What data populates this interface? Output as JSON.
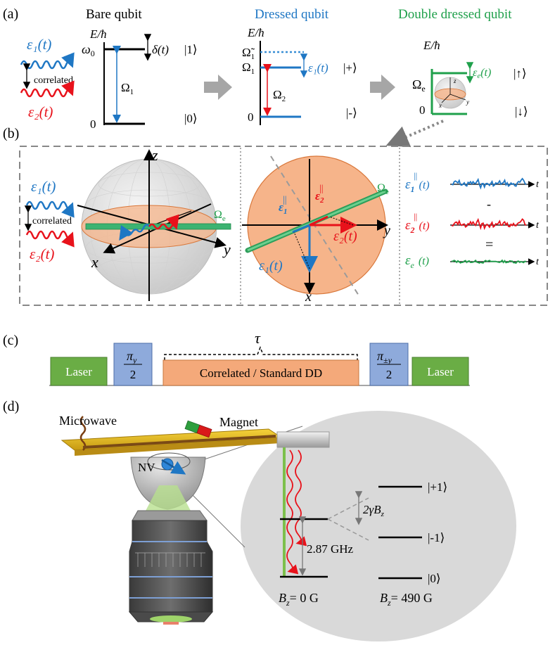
{
  "panels": {
    "a": "(a)",
    "b": "(b)",
    "c": "(c)",
    "d": "(d)"
  },
  "panel_a": {
    "bare_title": "Bare qubit",
    "dressed_title": "Dressed qubit",
    "double_title": "Double dressed qubit",
    "energy_axis": "E/ħ",
    "omega0": "ω",
    "omega0_sub": "0",
    "delta_label": "δ(t)",
    "ket1": "|1⟩",
    "ket0": "|0⟩",
    "zero": "0",
    "omega1": "Ω",
    "omega1_sub": "1",
    "omega1_tilde": "Ω̃",
    "omega2": "Ω",
    "omega2_sub": "2",
    "eps1_shift": "ε₁(t)",
    "ket_plus": "|+⟩",
    "ket_minus": "|-⟩",
    "omega_e": "Ω",
    "omega_e_sub": "e",
    "eps_e": "ε",
    "eps_e_sub": "e",
    "eps_e_arg": "(t)",
    "ket_up": "|↑⟩",
    "ket_down": "|↓⟩",
    "noise1": "ε₁(t)",
    "noise2": "ε₂(t)",
    "correlated": "correlated",
    "sphere_z": "z",
    "sphere_x": "x",
    "sphere_y": "y"
  },
  "panel_b": {
    "z": "z",
    "x": "x",
    "y": "y",
    "omega_e": "Ω",
    "omega_e_sub": "e",
    "noise1": "ε₁(t)",
    "noise2": "ε₂(t)",
    "correlated": "correlated",
    "eps1_par": "ε",
    "eps2_par": "ε",
    "par_sub1": "1",
    "par_sub2": "2",
    "par_sup": "||",
    "eps1_t": "ε₁(t)",
    "eps2_t": "ε₂(t)",
    "x_axis": "x",
    "y_axis": "y",
    "trace1_label": "ε",
    "trace1_sub": "1",
    "trace2_label": "ε",
    "trace2_sub": "2",
    "trace_sup": "||",
    "trace_arg": "(t)",
    "trace_e_label": "ε",
    "trace_e_sub": "e",
    "t": "t",
    "minus": "-",
    "equals": "="
  },
  "panel_c": {
    "tau": "τ",
    "laser_left": "Laser",
    "pi_y_num": "π",
    "pi_y_sub": "y",
    "pi_den": "2",
    "dd_label": "Correlated / Standard DD",
    "pi_pm_num": "π",
    "pi_pm_sub": "±y",
    "laser_right": "Laser"
  },
  "panel_d": {
    "microwave": "Microwave",
    "magnet": "Magnet",
    "nv": "NV",
    "ket_p1": "|+1⟩",
    "ket_m1": "|-1⟩",
    "ket_0": "|0⟩",
    "zfs": "2.87 GHz",
    "zeeman": "2γB",
    "zeeman_sub": "z",
    "bz0": "B",
    "bz0_sub": "z",
    "bz0_val": "= 0 G",
    "bz490": "B",
    "bz490_sub": "z",
    "bz490_val": "= 490 G"
  },
  "colors": {
    "blue": "#1f77c4",
    "red": "#e8121b",
    "green": "#1fa04b",
    "orange_fill": "#f6b48a",
    "laser_green": "#6aad45",
    "pulse_blue": "#8eaadb",
    "dd_orange": "#f4a97a"
  }
}
